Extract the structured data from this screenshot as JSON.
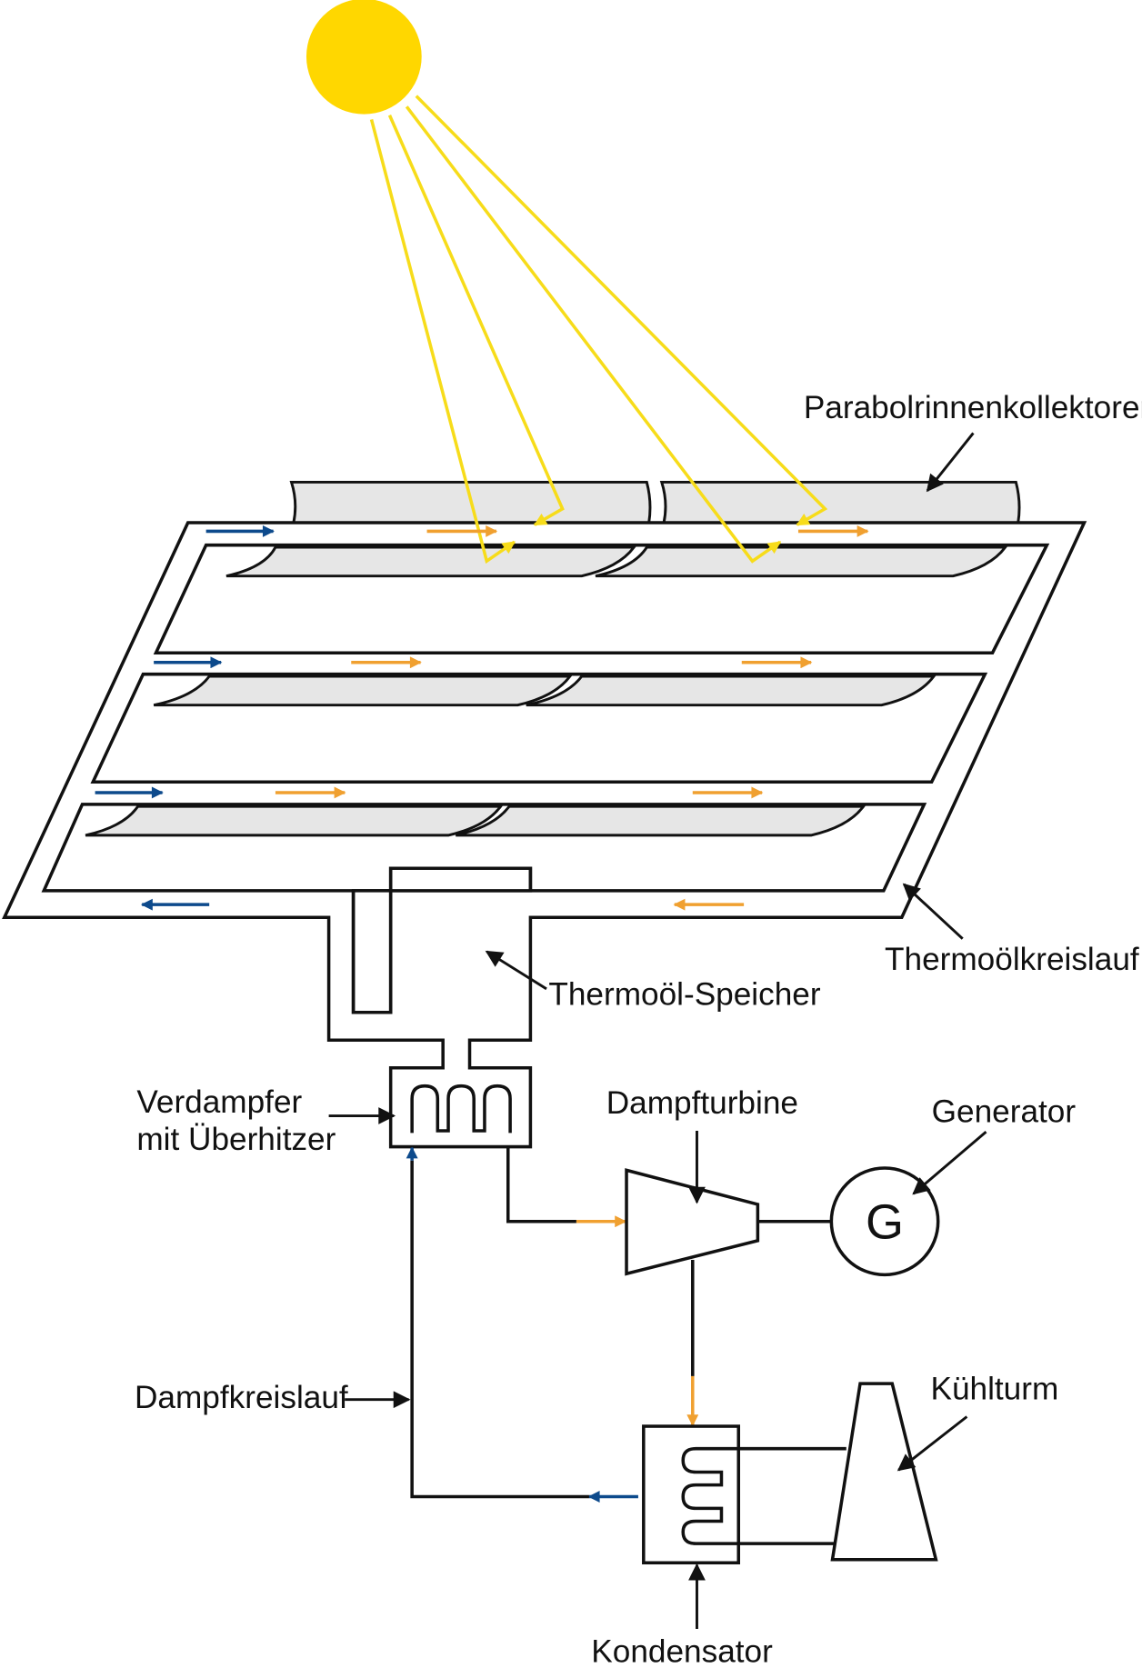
{
  "labels": {
    "collectors": "Parabolrinnenkollektoren",
    "oil_loop": "Thermoölkreislauf",
    "oil_storage": "Thermoöl-Speicher",
    "evaporator_line1": "Verdampfer",
    "evaporator_line2": "mit Überhitzer",
    "steam_turbine": "Dampfturbine",
    "generator": "Generator",
    "generator_symbol": "G",
    "steam_loop": "Dampfkreislauf",
    "cooling_tower": "Kühlturm",
    "condenser": "Kondensator"
  },
  "colors": {
    "sun": "#FFD700",
    "sun_rays": "#F7DC1A",
    "hot_flow": "#F0A030",
    "cold_flow": "#0D4A8C",
    "collector_fill": "#E6E6E6",
    "stroke": "#111111"
  },
  "icons": {
    "sun": "sun-icon",
    "generator": "generator-icon",
    "turbine": "turbine-icon",
    "cooling_tower": "cooling-tower-icon",
    "condenser": "condenser-icon",
    "evaporator": "evaporator-icon"
  }
}
